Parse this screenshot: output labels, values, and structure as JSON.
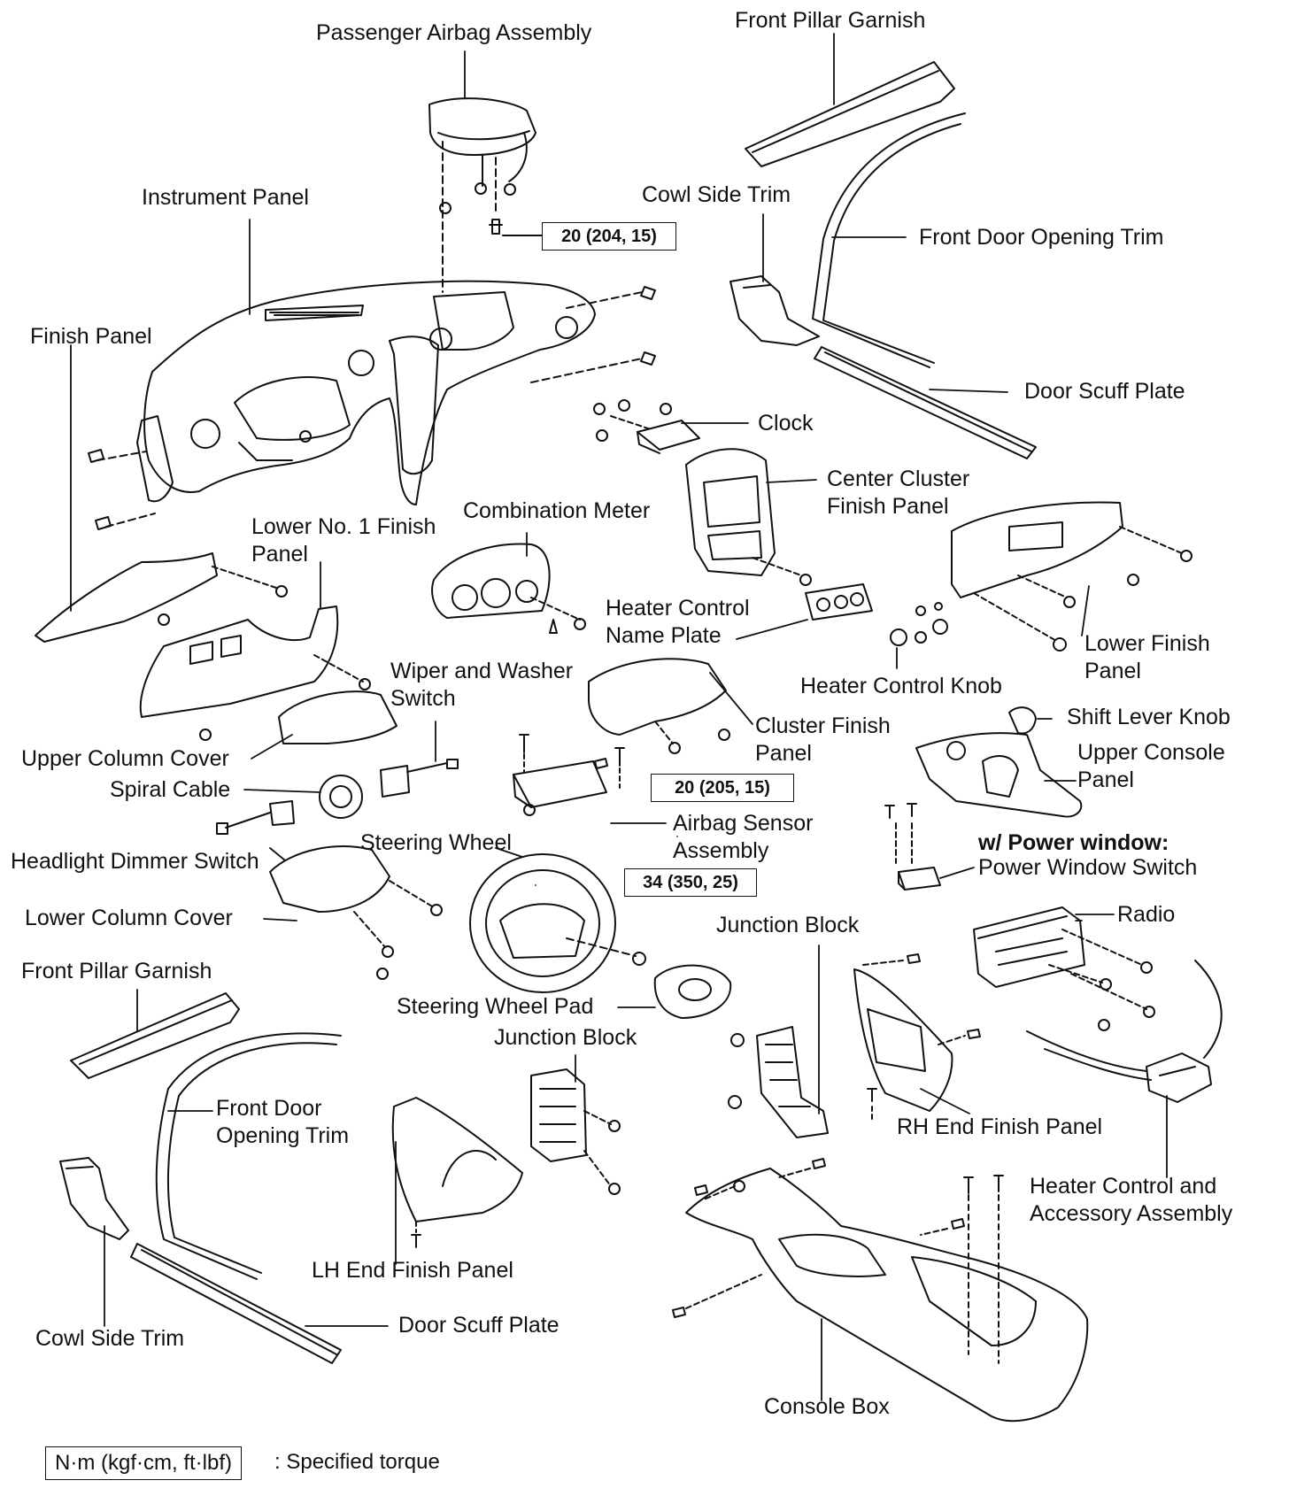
{
  "labels": {
    "passenger_airbag": "Passenger Airbag Assembly",
    "front_pillar_garnish_rh": "Front Pillar Garnish",
    "instrument_panel": "Instrument Panel",
    "cowl_side_trim_rh": "Cowl Side Trim",
    "front_door_opening_trim_rh": "Front Door Opening Trim",
    "finish_panel": "Finish Panel",
    "door_scuff_plate_rh": "Door Scuff Plate",
    "clock": "Clock",
    "center_cluster_finish_panel": "Center Cluster Finish Panel",
    "lower_no1_finish_panel": "Lower No. 1 Finish Panel",
    "combination_meter": "Combination Meter",
    "heater_control_name_plate": "Heater Control Name Plate",
    "lower_finish_panel": "Lower Finish Panel",
    "wiper_washer_switch": "Wiper and Washer Switch",
    "heater_control_knob": "Heater Control Knob",
    "cluster_finish_panel": "Cluster Finish Panel",
    "shift_lever_knob": "Shift Lever Knob",
    "upper_column_cover": "Upper Column Cover",
    "upper_console_panel": "Upper Console Panel",
    "spiral_cable": "Spiral Cable",
    "airbag_sensor_assembly": "Airbag Sensor Assembly",
    "steering_wheel": "Steering Wheel",
    "headlight_dimmer_switch": "Headlight Dimmer Switch",
    "power_window_heading": "w/ Power window:",
    "power_window_switch": "Power Window Switch",
    "lower_column_cover": "Lower Column Cover",
    "junction_block_rh": "Junction Block",
    "radio": "Radio",
    "front_pillar_garnish_lh": "Front Pillar Garnish",
    "steering_wheel_pad": "Steering Wheel Pad",
    "junction_block_lh": "Junction Block",
    "front_door_opening_trim_lh": "Front Door Opening Trim",
    "rh_end_finish_panel": "RH End Finish Panel",
    "heater_control_accessory": "Heater Control and Accessory Assembly",
    "lh_end_finish_panel": "LH End Finish Panel",
    "cowl_side_trim_lh": "Cowl Side Trim",
    "door_scuff_plate_lh": "Door Scuff Plate",
    "console_box": "Console Box"
  },
  "torque": {
    "airbag": "20 (204, 15)",
    "sensor": "20 (205, 15)",
    "wheel": "34 (350, 25)"
  },
  "legend": {
    "box": "N·m (kgf·cm, ft·lbf)",
    "text": ": Specified torque"
  }
}
